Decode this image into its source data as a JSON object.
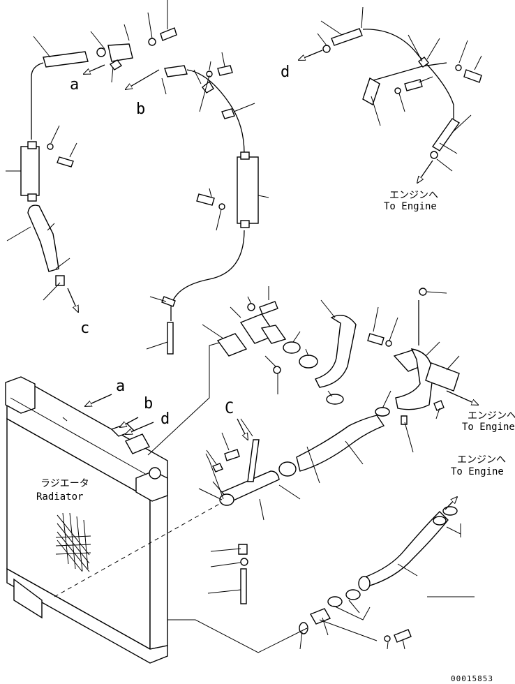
{
  "labels": {
    "a": "a",
    "b": "b",
    "c": "c",
    "d": "d",
    "C": "C"
  },
  "radiator": {
    "jp": "ラジエータ",
    "en": "Radiator"
  },
  "to_engine": {
    "jp": "エンジンへ",
    "en": "To Engine"
  },
  "drawing_number": "00015853"
}
